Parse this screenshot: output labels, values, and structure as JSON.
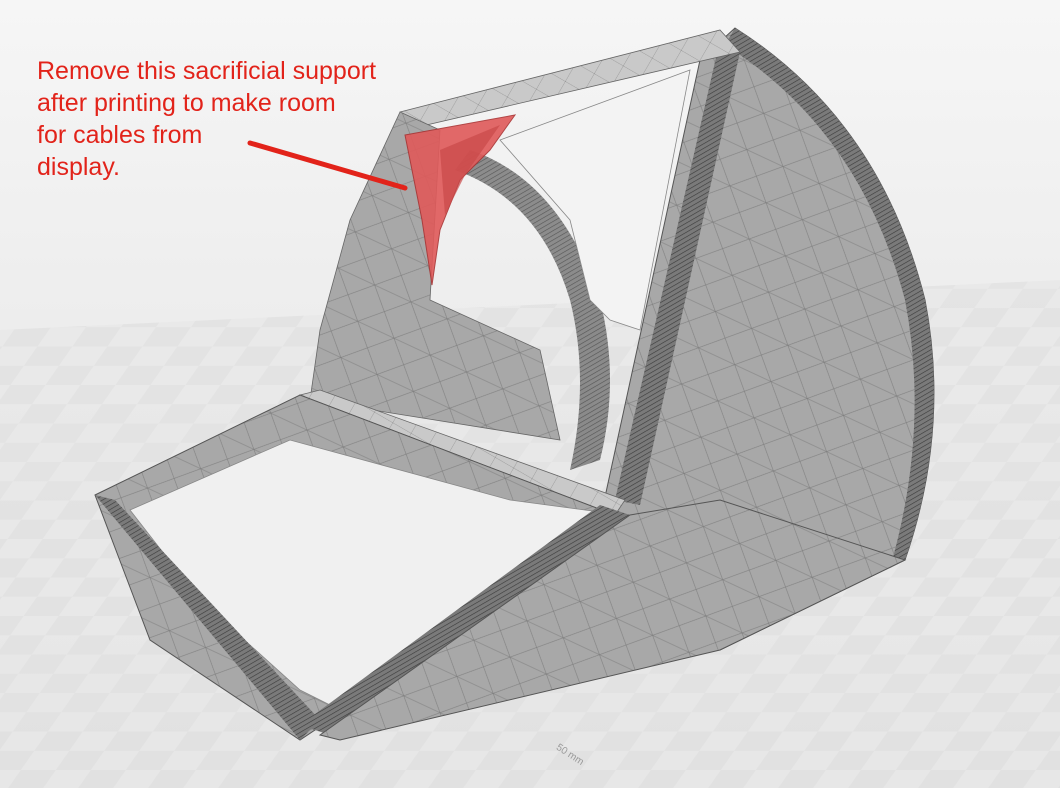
{
  "annotation": {
    "lines": [
      "Remove this sacrificial support",
      "after printing to make room",
      "for cables from",
      "display."
    ]
  },
  "scale_label": "50 mm",
  "colors": {
    "annotation_red": "#e2231a",
    "support_red": "#e05a5a",
    "model_gray": "#a6a6a6",
    "floor": "#ececec"
  }
}
